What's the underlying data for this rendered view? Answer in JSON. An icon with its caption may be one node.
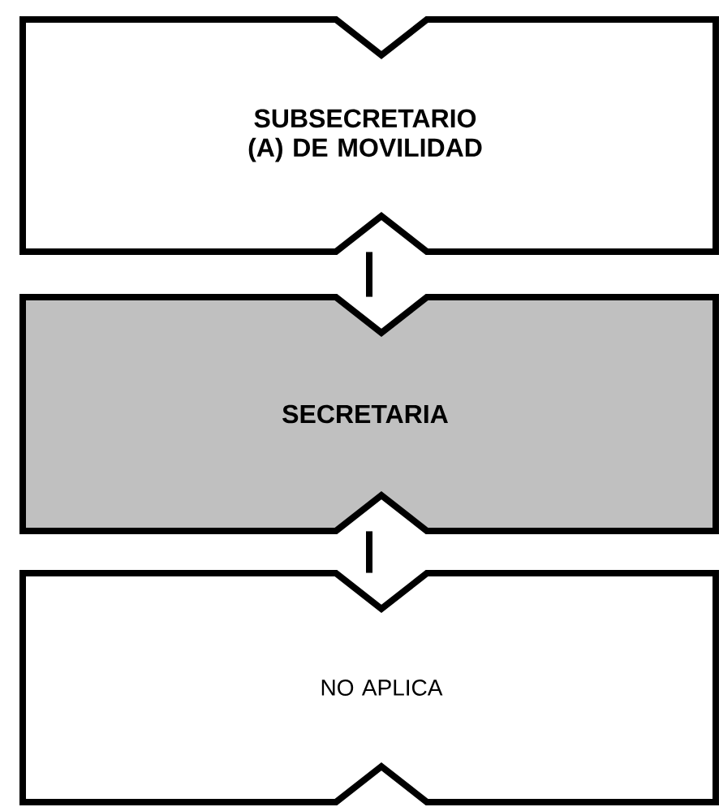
{
  "diagram": {
    "nodes": [
      {
        "text": [
          "SUBSECRETARIO (A) DE MOVILIDAD"
        ]
      },
      {
        "text": [
          "SECRETARIA"
        ]
      },
      {
        "text": [
          "NO APLICA"
        ]
      }
    ],
    "edges": [
      {
        "from": 0,
        "to": 1,
        "arrow": "none"
      },
      {
        "from": 1,
        "to": 2,
        "arrow": "none"
      }
    ]
  }
}
